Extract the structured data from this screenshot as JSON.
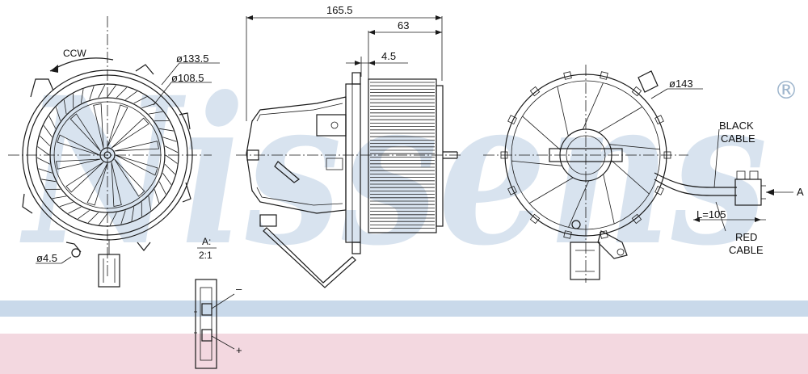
{
  "brand": {
    "watermark": "Nissens",
    "registered_mark": "®"
  },
  "dimensions": {
    "overall_length": "165.5",
    "wheel_length": "63",
    "offset": "4.5",
    "outer_diameter": "ø133.5",
    "inner_diameter": "ø108.5",
    "hole_diameter": "ø4.5",
    "housing_diameter": "ø143",
    "cable_length": "L=105"
  },
  "labels": {
    "rotation": "CCW",
    "detail_ref": "A:",
    "detail_scale": "2:1",
    "view_ref": "A",
    "black_cable_1": "BLACK",
    "black_cable_2": "CABLE",
    "red_cable_1": "RED",
    "red_cable_2": "CABLE",
    "minus": "–",
    "plus": "+"
  },
  "colors": {
    "band_blue": "#c9d9ea",
    "band_pink": "#f3d8e0",
    "watermark": "#b9cde2"
  }
}
